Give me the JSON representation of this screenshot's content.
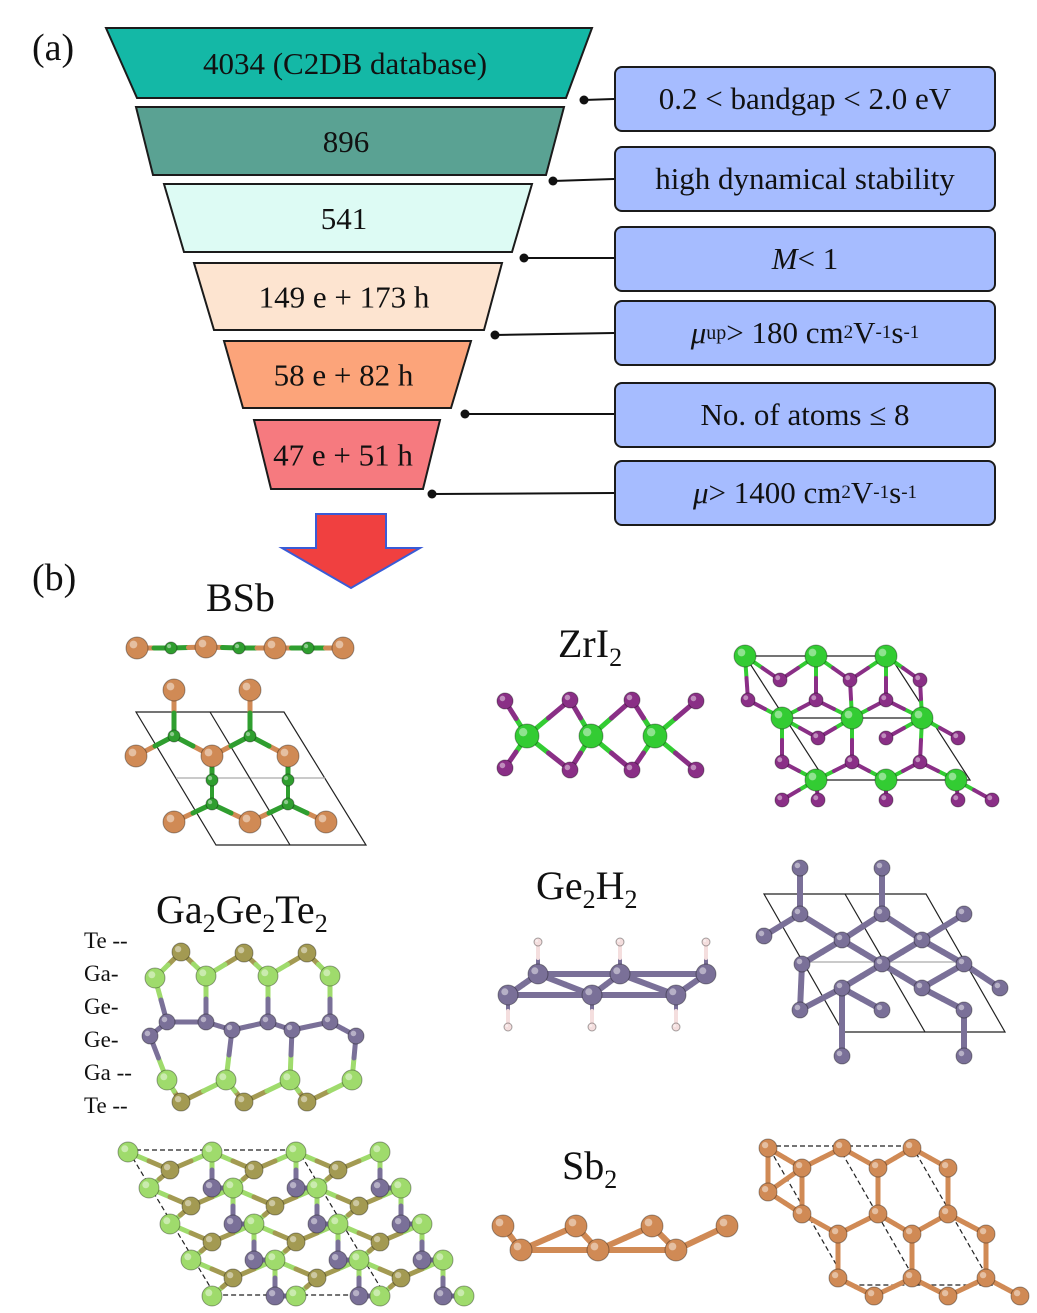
{
  "panel_a": {
    "label": "(a)"
  },
  "panel_b": {
    "label": "(b)"
  },
  "funnel": [
    {
      "text": "4034 (C2DB database)",
      "color": "#14b8a6"
    },
    {
      "text": "896",
      "color": "#5aa293"
    },
    {
      "text": "541",
      "color": "#ddfbf4"
    },
    {
      "text": "149 e + 173 h",
      "color": "#fde4d0"
    },
    {
      "text": "58 e + 82 h",
      "color": "#fca47a"
    },
    {
      "text": "47 e + 51 h",
      "color": "#f67a7f"
    }
  ],
  "criteria": [
    {
      "pre": "0.2 < bandgap < 2.0 eV"
    },
    {
      "pre": "high dynamical stability"
    },
    {
      "var": "M",
      "post": " < 1"
    },
    {
      "var": "μ",
      "varsub": "up",
      "post": " > 180 cm",
      "sup1": "2",
      "mid1": "V",
      "sup2": "-1",
      "mid2": "s",
      "sup3": "-1"
    },
    {
      "pre": "No. of atoms ≤ 8"
    },
    {
      "var": "μ",
      "post": " > 1400 cm",
      "sup1": "2",
      "mid1": "V",
      "sup2": "-1",
      "mid2": "s",
      "sup3": "-1"
    }
  ],
  "materials": {
    "bsb": "BSb",
    "zri2": {
      "base": "ZrI",
      "sub": "2"
    },
    "gagete": {
      "a": "Ga",
      "s1": "2",
      "b": "Ge",
      "s2": "2",
      "c": "Te",
      "s3": "2"
    },
    "ge2h2": {
      "a": "Ge",
      "s1": "2",
      "b": "H",
      "s2": "2"
    },
    "sb2": {
      "base": "Sb",
      "sub": "2"
    }
  },
  "layer_labels": [
    "Te --",
    "Ga-",
    "Ge-",
    "Ge-",
    "Ga --",
    "Te --"
  ],
  "colors": {
    "box": "#a6bcff",
    "arrow": "#f04040",
    "arrow_edge": "#3a5bd6",
    "b_atom": "#2f9e2f",
    "sb_atom": "#d08a55",
    "zr_atom": "#33cc33",
    "i_atom": "#8a2f86",
    "ga_atom": "#9fdb6c",
    "ge_atom": "#7a7098",
    "te_atom": "#a39a52",
    "h_atom": "#f4dede"
  }
}
